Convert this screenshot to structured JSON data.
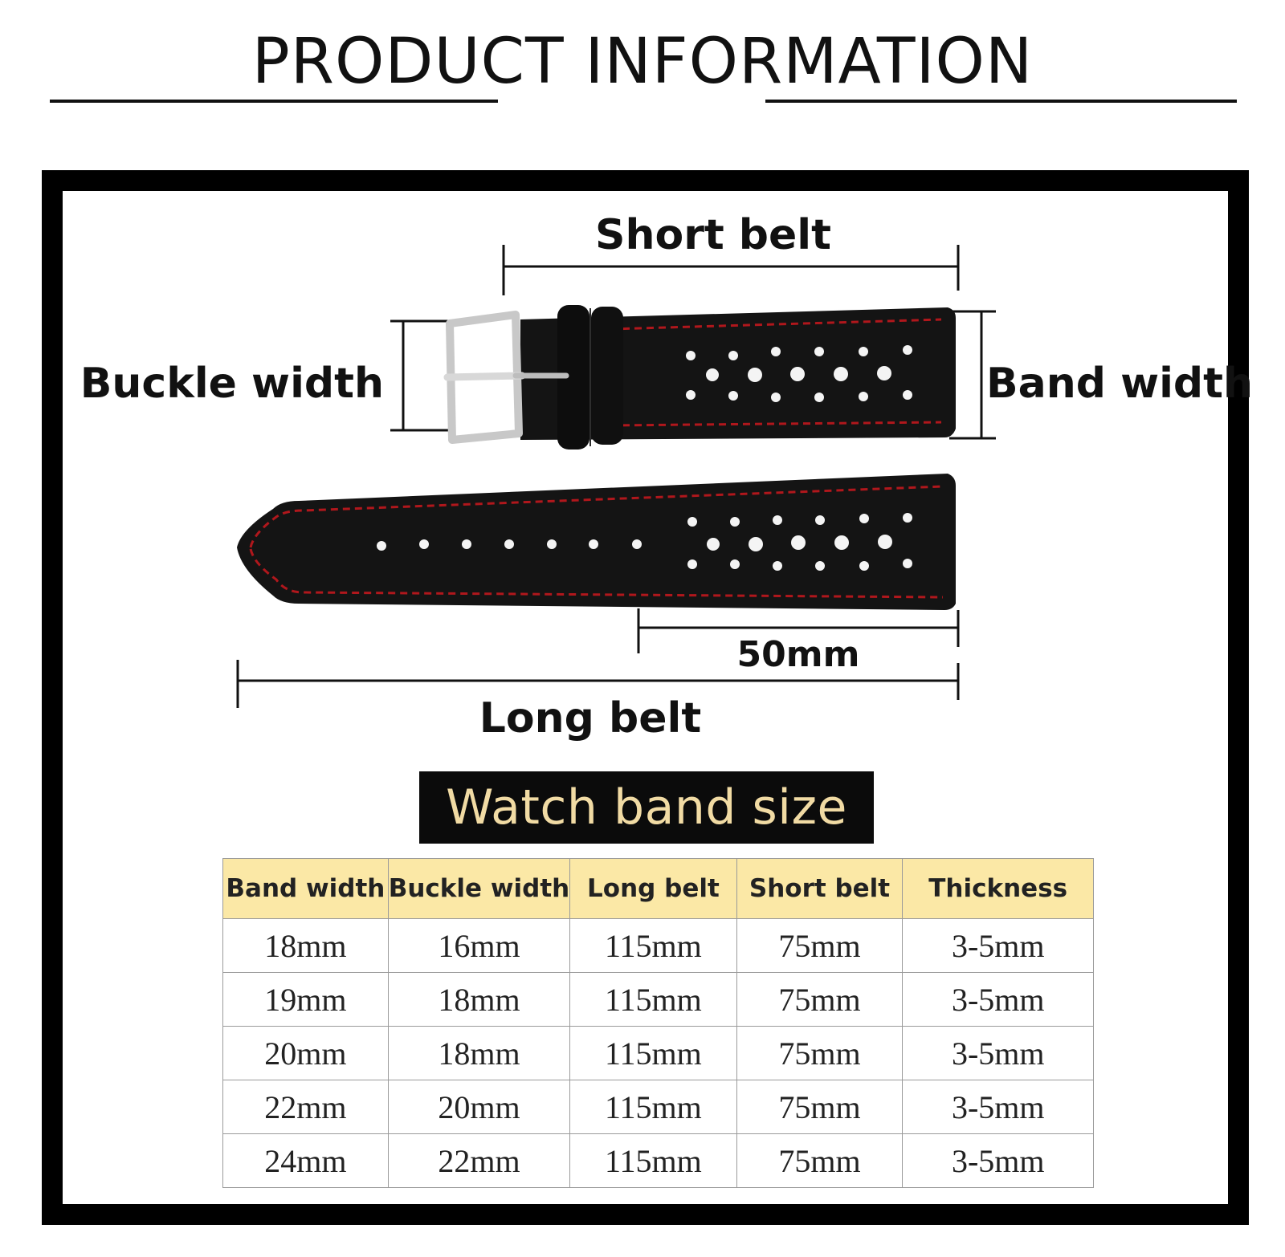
{
  "header": {
    "title": "PRODUCT INFORMATION"
  },
  "diagram": {
    "short_belt_label": "Short belt",
    "buckle_width_label": "Buckle width",
    "band_width_label": "Band width",
    "dimension_50_label": "50mm",
    "long_belt_label": "Long belt",
    "strap_color": "#141414",
    "stitch_color": "#b0171c",
    "buckle_color": "#c8c8c8"
  },
  "size_section": {
    "title": "Watch band size",
    "banner_bg": "#0b0b0b",
    "banner_text_color": "#f1dba4",
    "header_bg": "#fbe8a6"
  },
  "size_table": {
    "headers": [
      "Band width",
      "Buckle width",
      "Long belt",
      "Short belt",
      "Thickness"
    ],
    "rows": [
      [
        "18mm",
        "16mm",
        "115mm",
        "75mm",
        "3-5mm"
      ],
      [
        "19mm",
        "18mm",
        "115mm",
        "75mm",
        "3-5mm"
      ],
      [
        "20mm",
        "18mm",
        "115mm",
        "75mm",
        "3-5mm"
      ],
      [
        "22mm",
        "20mm",
        "115mm",
        "75mm",
        "3-5mm"
      ],
      [
        "24mm",
        "22mm",
        "115mm",
        "75mm",
        "3-5mm"
      ]
    ]
  }
}
